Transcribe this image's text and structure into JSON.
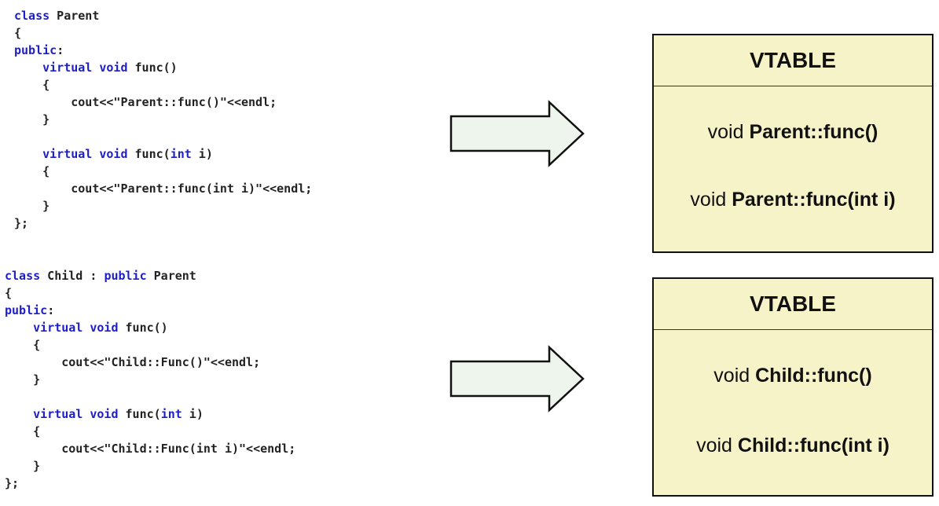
{
  "parent_code": {
    "lines": [
      {
        "indent": "",
        "parts": [
          {
            "k": true,
            "t": "class"
          },
          {
            "t": " Parent"
          }
        ]
      },
      {
        "indent": "",
        "parts": [
          {
            "t": "{"
          }
        ]
      },
      {
        "indent": "",
        "parts": [
          {
            "k": true,
            "t": "public"
          },
          {
            "t": ":"
          }
        ]
      },
      {
        "indent": "    ",
        "parts": [
          {
            "k": true,
            "t": "virtual"
          },
          {
            "t": " "
          },
          {
            "k": true,
            "t": "void"
          },
          {
            "t": " func()"
          }
        ]
      },
      {
        "indent": "    ",
        "parts": [
          {
            "t": "{"
          }
        ]
      },
      {
        "indent": "        ",
        "parts": [
          {
            "t": "cout<<\"Parent::func()\"<<endl;"
          }
        ]
      },
      {
        "indent": "    ",
        "parts": [
          {
            "t": "}"
          }
        ]
      },
      {
        "indent": "",
        "parts": []
      },
      {
        "indent": "    ",
        "parts": [
          {
            "k": true,
            "t": "virtual"
          },
          {
            "t": " "
          },
          {
            "k": true,
            "t": "void"
          },
          {
            "t": " func("
          },
          {
            "k": true,
            "t": "int"
          },
          {
            "t": " i)"
          }
        ]
      },
      {
        "indent": "    ",
        "parts": [
          {
            "t": "{"
          }
        ]
      },
      {
        "indent": "        ",
        "parts": [
          {
            "t": "cout<<\"Parent::func(int i)\"<<endl;"
          }
        ]
      },
      {
        "indent": "    ",
        "parts": [
          {
            "t": "}"
          }
        ]
      },
      {
        "indent": "",
        "parts": [
          {
            "t": "};"
          }
        ]
      }
    ]
  },
  "child_code": {
    "lines": [
      {
        "indent": "",
        "parts": [
          {
            "k": true,
            "t": "class"
          },
          {
            "t": " Child : "
          },
          {
            "k": true,
            "t": "public"
          },
          {
            "t": " Parent"
          }
        ]
      },
      {
        "indent": "",
        "parts": [
          {
            "t": "{"
          }
        ]
      },
      {
        "indent": "",
        "parts": [
          {
            "k": true,
            "t": "public"
          },
          {
            "t": ":"
          }
        ]
      },
      {
        "indent": "    ",
        "parts": [
          {
            "k": true,
            "t": "virtual"
          },
          {
            "t": " "
          },
          {
            "k": true,
            "t": "void"
          },
          {
            "t": " func()"
          }
        ]
      },
      {
        "indent": "    ",
        "parts": [
          {
            "t": "{"
          }
        ]
      },
      {
        "indent": "        ",
        "parts": [
          {
            "t": "cout<<\"Child::Func()\"<<endl;"
          }
        ]
      },
      {
        "indent": "    ",
        "parts": [
          {
            "t": "}"
          }
        ]
      },
      {
        "indent": "",
        "parts": []
      },
      {
        "indent": "    ",
        "parts": [
          {
            "k": true,
            "t": "virtual"
          },
          {
            "t": " "
          },
          {
            "k": true,
            "t": "void"
          },
          {
            "t": " func("
          },
          {
            "k": true,
            "t": "int"
          },
          {
            "t": " i)"
          }
        ]
      },
      {
        "indent": "    ",
        "parts": [
          {
            "t": "{"
          }
        ]
      },
      {
        "indent": "        ",
        "parts": [
          {
            "t": "cout<<\"Child::Func(int i)\"<<endl;"
          }
        ]
      },
      {
        "indent": "    ",
        "parts": [
          {
            "t": "}"
          }
        ]
      },
      {
        "indent": "",
        "parts": [
          {
            "t": "};"
          }
        ]
      }
    ]
  },
  "parent_vtable": {
    "title": "VTABLE",
    "entries": [
      {
        "type": "void",
        "name": "Parent::func()"
      },
      {
        "type": "void",
        "name": "Parent::func(int i)"
      }
    ]
  },
  "child_vtable": {
    "title": "VTABLE",
    "entries": [
      {
        "type": "void",
        "name": "Child::func()"
      },
      {
        "type": "void",
        "name": "Child::func(int i)"
      }
    ]
  },
  "colors": {
    "keyword": "#1e1ec8",
    "code_text": "#222222",
    "arrow_fill": "#eef5ec",
    "arrow_stroke": "#111111",
    "vtable_fill": "#f6f3c9",
    "vtable_border": "#111111"
  }
}
